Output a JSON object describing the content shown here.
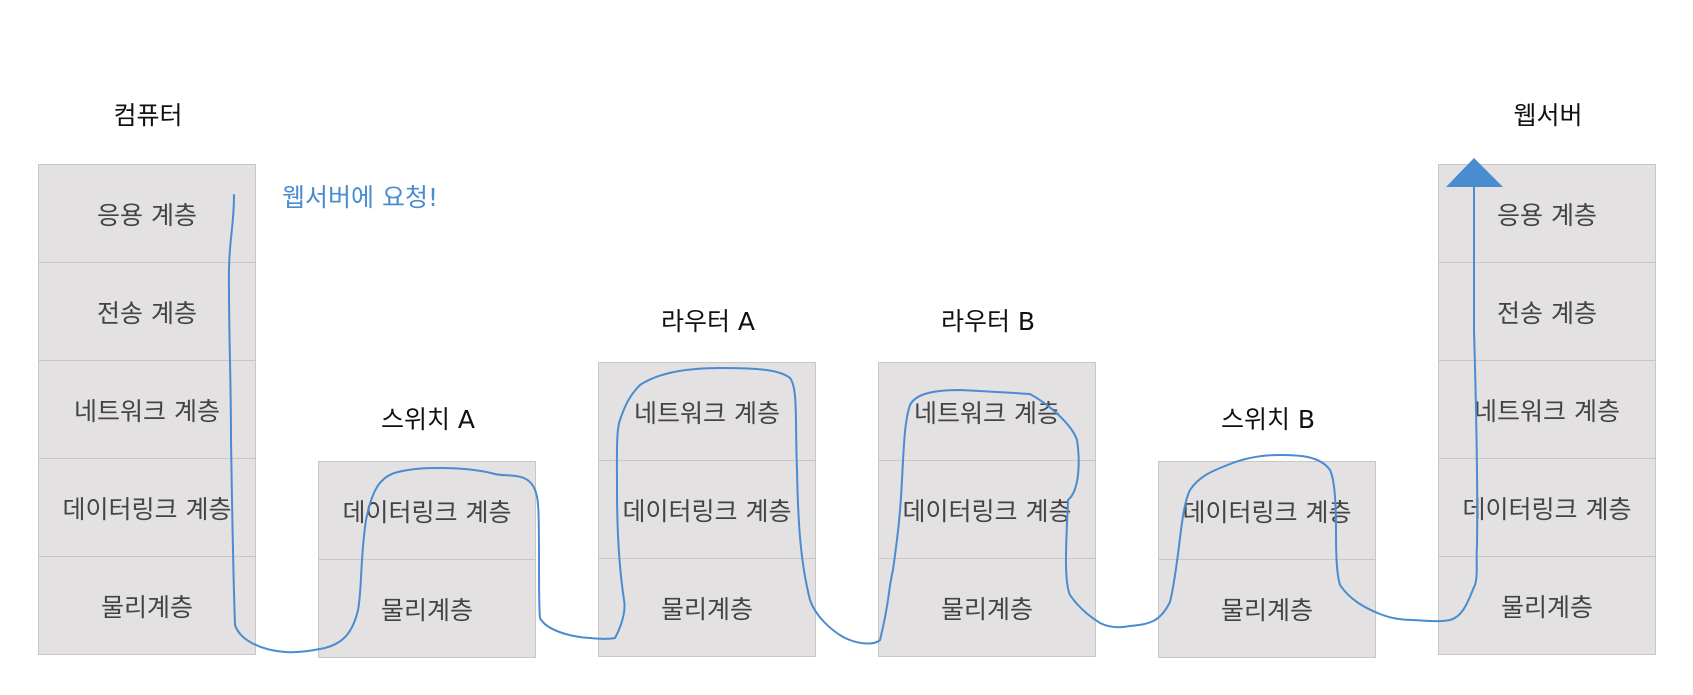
{
  "devices": [
    {
      "name": "컴퓨터",
      "layers": [
        "응용 계층",
        "전송 계층",
        "네트워크 계층",
        "데이터링크 계층",
        "물리계층"
      ]
    },
    {
      "name": "스위치 A",
      "layers": [
        "데이터링크 계층",
        "물리계층"
      ]
    },
    {
      "name": "라우터 A",
      "layers": [
        "네트워크 계층",
        "데이터링크 계층",
        "물리계층"
      ]
    },
    {
      "name": "라우터 B",
      "layers": [
        "네트워크 계층",
        "데이터링크 계층",
        "물리계층"
      ]
    },
    {
      "name": "스위치 B",
      "layers": [
        "데이터링크 계층",
        "물리계층"
      ]
    },
    {
      "name": "웹서버",
      "layers": [
        "응용 계층",
        "전송 계층",
        "네트워크 계층",
        "데이터링크 계층",
        "물리계층"
      ]
    }
  ],
  "annotation": "웹서버에 요청!",
  "colors": {
    "path": "#4a8cd0",
    "layer_fill": "#e3e1e2",
    "layer_border": "#c8c6c7"
  }
}
